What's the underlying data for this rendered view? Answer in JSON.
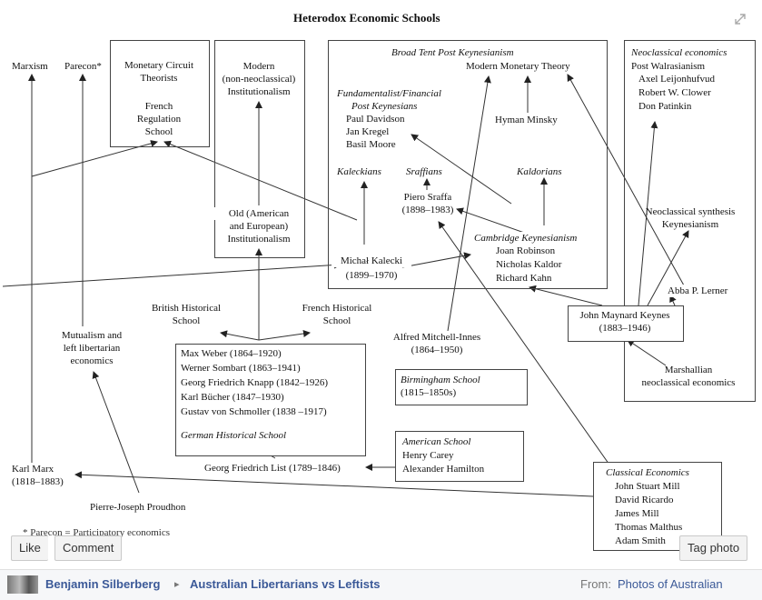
{
  "diagram": {
    "title": "Heterodox Economic Schools",
    "marxism": "Marxism",
    "parecon": "Parecon*",
    "monetary_circuit": [
      "Monetary Circuit",
      "Theorists"
    ],
    "french_regulation": [
      "French",
      "Regulation",
      "School"
    ],
    "modern_inst": [
      "Modern",
      "(non-neoclassical)",
      "Institutionalism"
    ],
    "old_inst": [
      "Old (American",
      "and European)",
      "Institutionalism"
    ],
    "broad_tent": "Broad Tent Post Keynesianism",
    "mmt": "Modern Monetary Theory",
    "fundamentalist": [
      "Fundamentalist/Financial",
      "Post Keynesians"
    ],
    "fundamentalist_names": [
      "Paul Davidson",
      "Jan Kregel",
      "Basil Moore"
    ],
    "hyman": "Hyman Minsky",
    "kaleckians": "Kaleckians",
    "sraffians": "Sraffians",
    "kaldorians": "Kaldorians",
    "piero": [
      "Piero Sraffa",
      "(1898–1983)"
    ],
    "cambridge": "Cambridge Keynesianism",
    "cambridge_names": [
      "Joan Robinson",
      "Nicholas Kaldor",
      "Richard Kahn"
    ],
    "kalecki": [
      "Michał Kalecki",
      "(1899–1970)"
    ],
    "neoclassical": "Neoclassical  economics",
    "neoclassical_names": [
      "Post Walrasianism",
      "Axel Leijonhufvud",
      "Robert W. Clower",
      "Don Patinkin"
    ],
    "synthesis": [
      "Neoclassical synthesis",
      "Keynesianism"
    ],
    "lerner": "Abba P. Lerner",
    "keynes": [
      "John Maynard Keynes",
      "(1883–1946)"
    ],
    "marshallian": [
      "Marshallian",
      "neoclassical economics"
    ],
    "british_hist": [
      "British Historical",
      "School"
    ],
    "french_hist": [
      "French Historical",
      "School"
    ],
    "mutualism": [
      "Mutualism and",
      "left libertarian",
      "economics"
    ],
    "german_names": [
      "Max Weber (1864–1920)",
      "Werner Sombart (1863–1941)",
      "Georg Friedrich Knapp (1842–1926)",
      "Karl Bücher (1847–1930)",
      "Gustav von Schmoller (1838 –1917)"
    ],
    "german_school": "German Historical  School",
    "mitchell": [
      "Alfred Mitchell-Innes",
      "(1864–1950)"
    ],
    "birmingham": [
      "Birmingham School",
      "(1815–1850s)"
    ],
    "american": "American School",
    "american_names": [
      "Henry Carey",
      "Alexander Hamilton"
    ],
    "list": "Georg Friedrich List (1789–1846)",
    "marx": [
      "Karl Marx",
      "(1818–1883)"
    ],
    "proudhon": "Pierre-Joseph Proudhon",
    "classical": "Classical Economics",
    "classical_names": [
      "John Stuart Mill",
      "David Ricardo",
      "James Mill",
      "Thomas Malthus",
      "Adam Smith"
    ],
    "footnote": "* Parecon = Participatory economics"
  },
  "buttons": {
    "like": "Like",
    "comment": "Comment",
    "tag": "Tag photo"
  },
  "footer": {
    "author": "Benjamin Silberberg",
    "separator": "▸",
    "group": "Australian Libertarians vs Leftists",
    "from_label": "From:",
    "from_link": "Photos of Australian"
  },
  "icons": {
    "expand": "expand-icon",
    "avatar": "avatar"
  }
}
